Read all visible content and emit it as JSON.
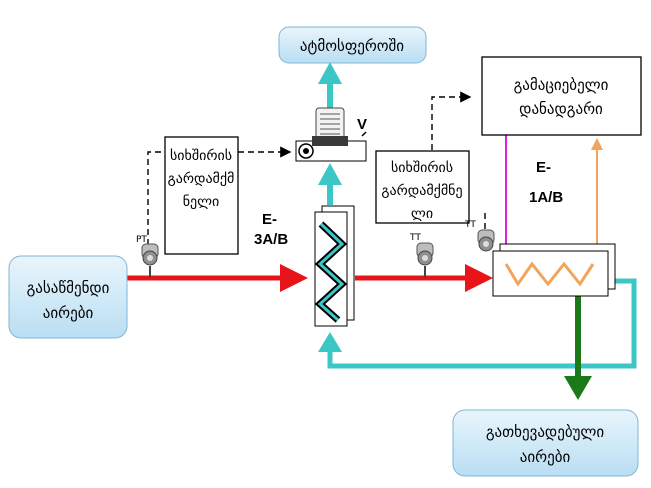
{
  "nodes": {
    "atmosphere": "ატმოსფეროში",
    "freq_conv_left": [
      "სიხშირის",
      "გარდამქმ",
      "ნელი"
    ],
    "freq_conv_right": [
      "სიხშირის",
      "გარდამქმნე",
      "ლი"
    ],
    "cooling_unit": [
      "გამაციებელი",
      "დანადგარი"
    ],
    "input_gases": [
      "გასაწმენდი",
      "აირები"
    ],
    "output_gases": [
      "გათხევადებული",
      "აირები"
    ]
  },
  "equipment": {
    "fan": "V",
    "exchanger_left": [
      "E-",
      "3A/B"
    ],
    "exchanger_right": [
      "E-",
      "1A/B"
    ]
  },
  "instruments": {
    "left": "PT",
    "middle": "TT",
    "right": "TT"
  },
  "colors": {
    "hot_gas": "#e8141a",
    "cold_gas": "#3cc7c7",
    "liquid": "#1a7a1a",
    "refrigerant_in": "#e020e0",
    "refrigerant_out": "#f2a45a",
    "signal": "#000000",
    "node_fill": "#cfe8f7"
  }
}
